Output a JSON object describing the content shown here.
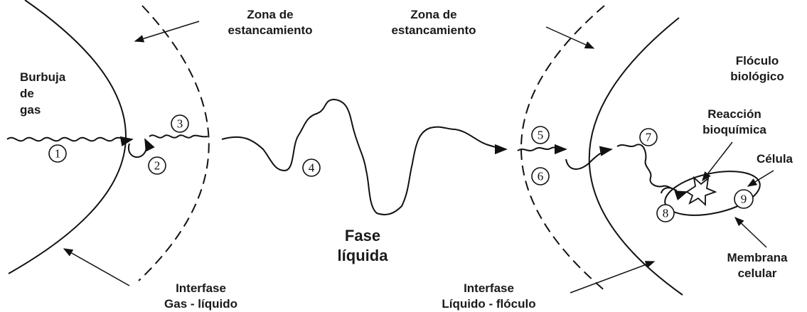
{
  "labels": {
    "zona_left": [
      "Zona de",
      "estancamiento"
    ],
    "zona_right": [
      "Zona de",
      "estancamiento"
    ],
    "burbuja": [
      "Burbuja",
      "de",
      "gas"
    ],
    "floculo": [
      "Flóculo",
      "biológico"
    ],
    "reaccion": [
      "Reacción",
      "bioquímica"
    ],
    "celula": "Célula",
    "fase": [
      "Fase",
      "líquida"
    ],
    "membrana": [
      "Membrana",
      "celular"
    ],
    "interfase_gl": [
      "Interfase",
      "Gas - líquido"
    ],
    "interfase_lf": [
      "Interfase",
      "Líquido - flóculo"
    ]
  },
  "steps": [
    "1",
    "2",
    "3",
    "4",
    "5",
    "6",
    "7",
    "8",
    "9"
  ],
  "colors": {
    "line": "#111111",
    "text": "#1a1a1a",
    "background": "#ffffff"
  }
}
